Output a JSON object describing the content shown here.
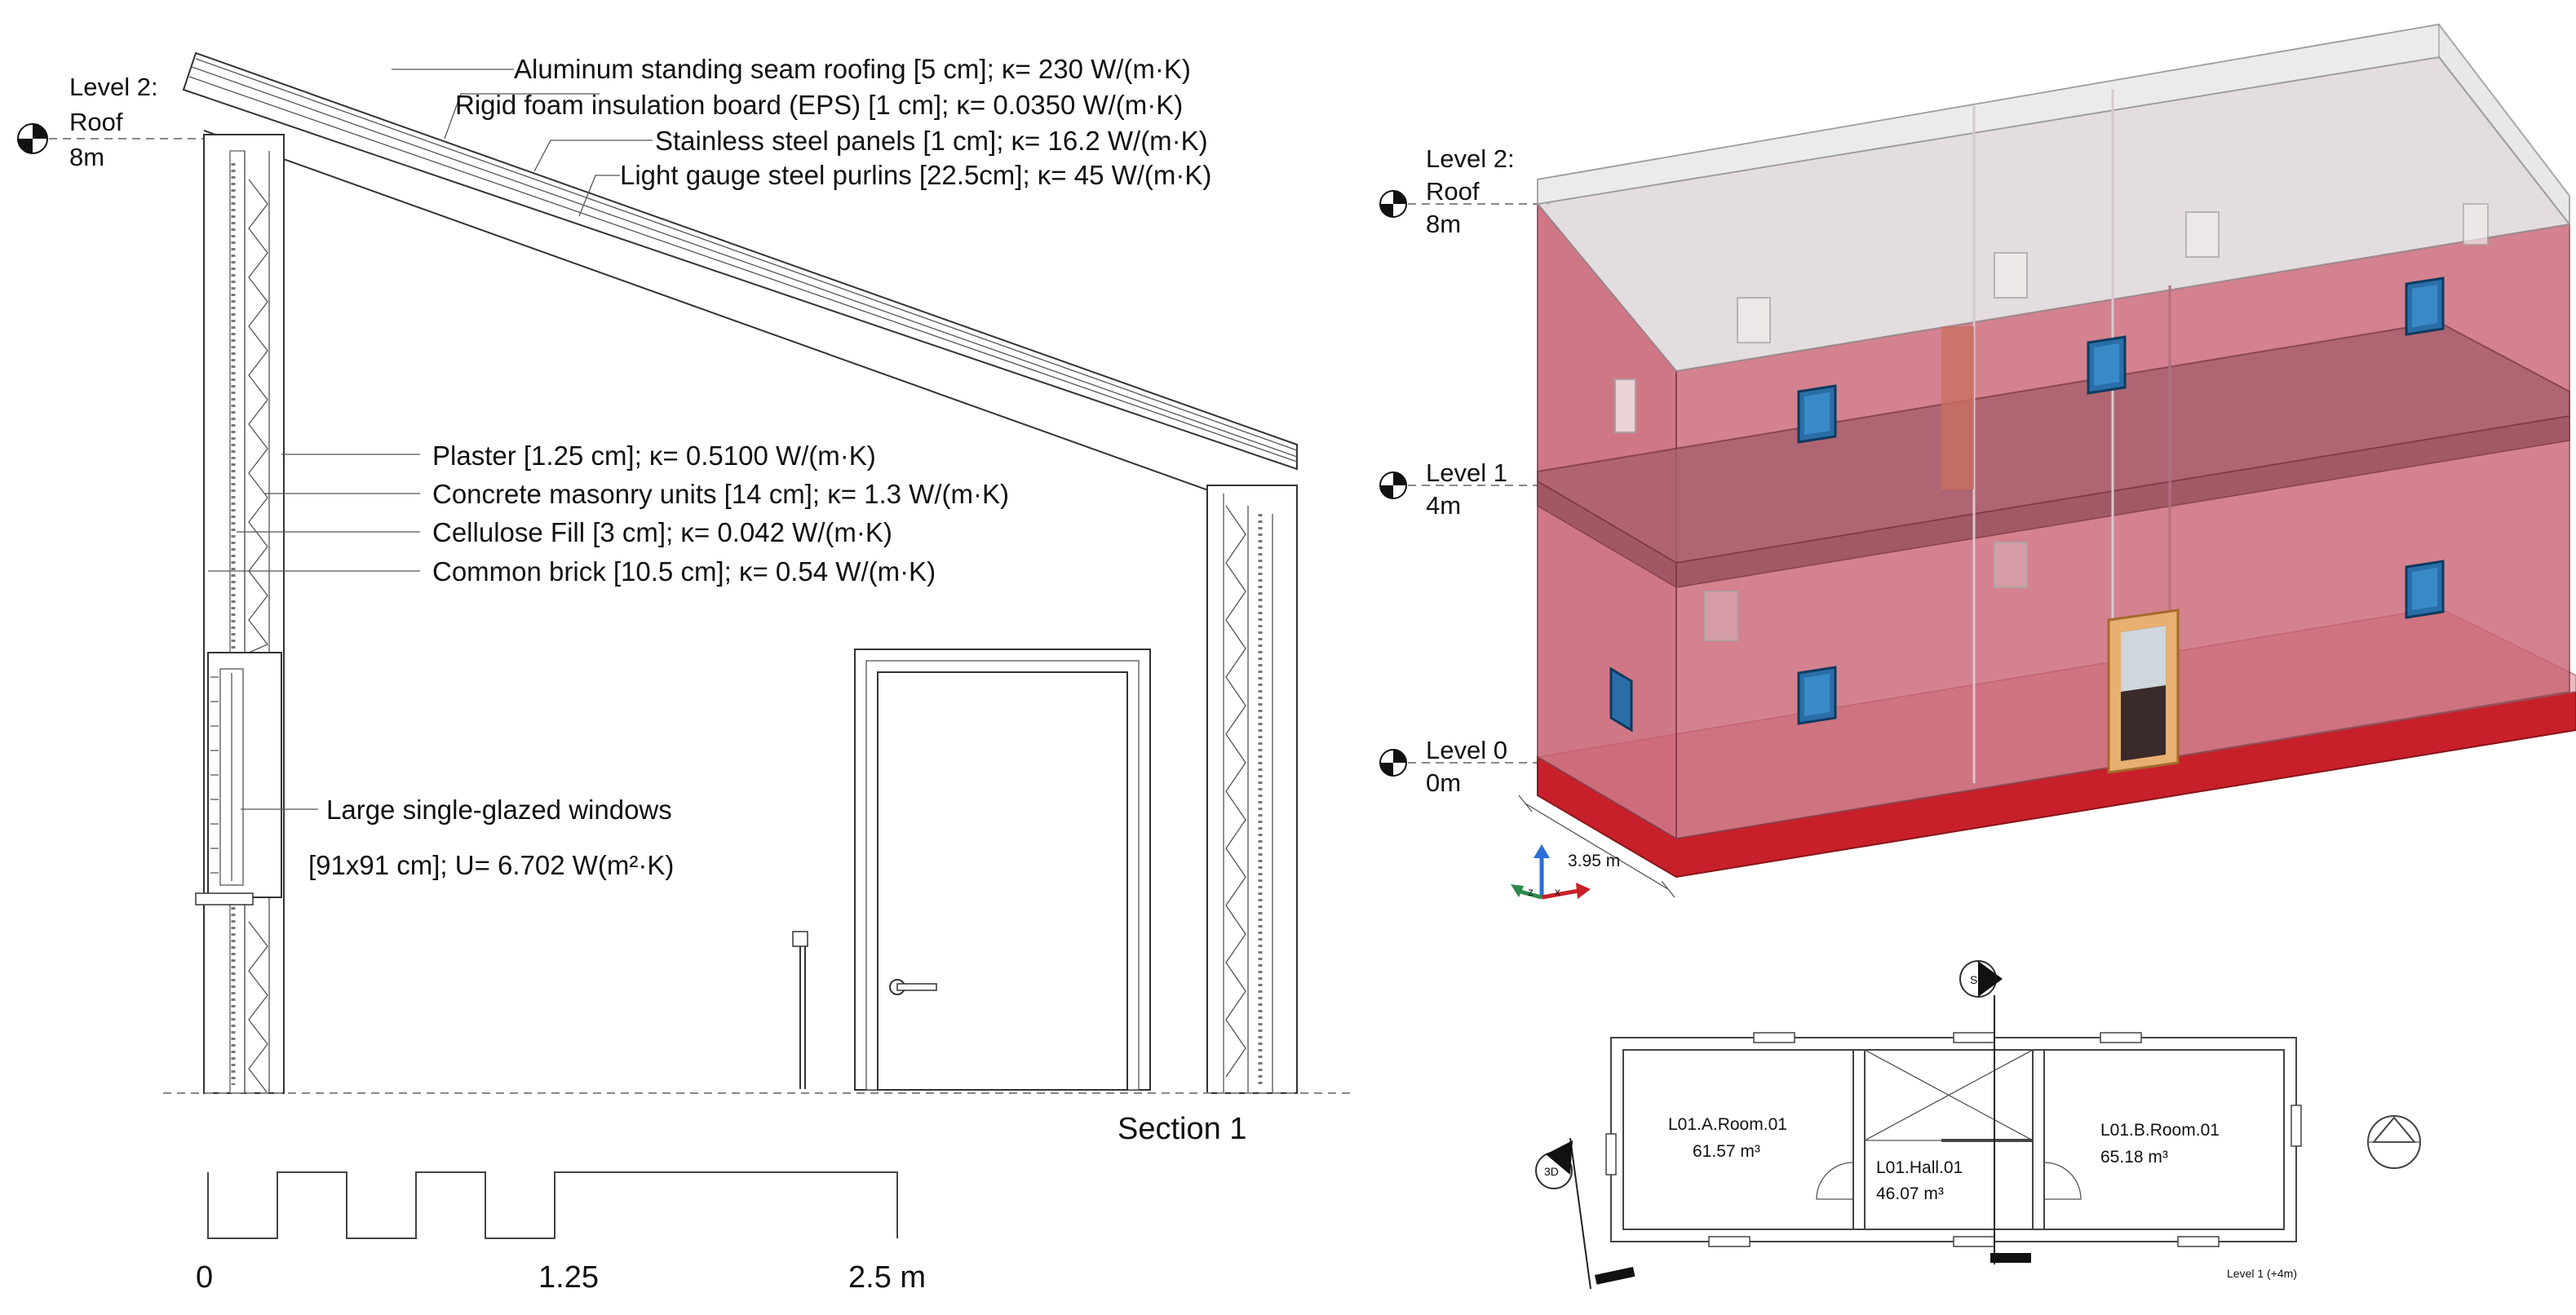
{
  "section": {
    "levels": [
      {
        "name": "Level 2:",
        "sub": "Roof",
        "elev": "8m"
      }
    ],
    "roof_layers": [
      "Aluminum standing seam roofing [5 cm]; κ= 230 W/(m·K)",
      "Rigid foam insulation board (EPS) [1 cm]; κ= 0.0350 W/(m·K)",
      "Stainless steel panels [1 cm]; κ= 16.2 W/(m·K)",
      "Light gauge steel purlins [22.5cm]; κ= 45 W/(m·K)"
    ],
    "wall_layers": [
      "Plaster [1.25 cm]; κ= 0.5100 W/(m·K)",
      "Concrete masonry units [14 cm]; κ= 1.3 W/(m·K)",
      "Cellulose Fill [3 cm]; κ= 0.042 W/(m·K)",
      "Common brick [10.5 cm]; κ= 0.54 W/(m·K)"
    ],
    "window_label_1": "Large single-glazed windows",
    "window_label_2": "[91x91 cm]; U= 6.702 W(m²·K)",
    "title": "Section 1",
    "scale_ticks": [
      "0",
      "1.25",
      "2.5 m"
    ]
  },
  "model3d": {
    "levels": [
      {
        "name": "Level 2:",
        "sub": "Roof",
        "elev": "8m"
      },
      {
        "name": "Level 1",
        "sub": "",
        "elev": "4m"
      },
      {
        "name": "Level 0",
        "sub": "",
        "elev": "0m"
      }
    ],
    "dimension": "3.95 m",
    "axis_x": "x",
    "axis_z": "z",
    "colors": {
      "walls": "#c86070",
      "base": "#c8202a",
      "windows": "#2a6ea8",
      "door": "#e8b070"
    }
  },
  "plan": {
    "rooms": [
      {
        "name": "L01.A.Room.01",
        "volume": "61.57 m³"
      },
      {
        "name": "L01.Hall.01",
        "volume": "46.07 m³"
      },
      {
        "name": "L01.B.Room.01",
        "volume": "65.18 m³"
      }
    ],
    "section_tag": "S1",
    "view_tag": "3D",
    "level_label": "Level 1 (+4m)"
  }
}
